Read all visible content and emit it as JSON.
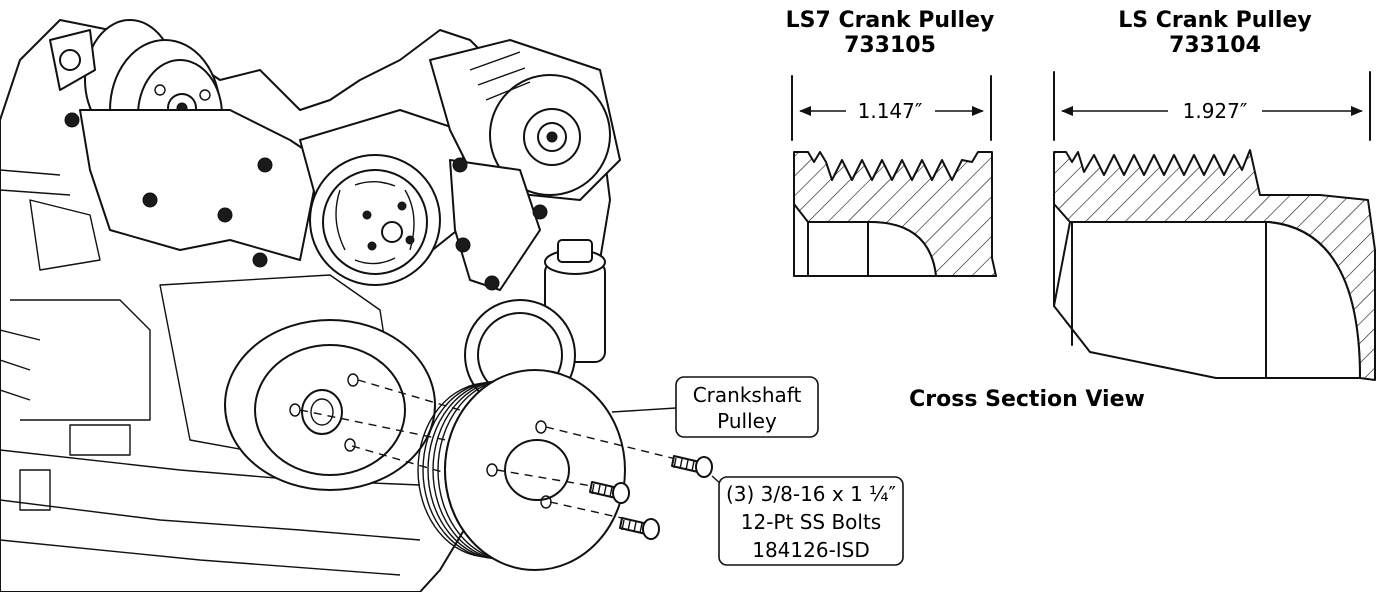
{
  "figure": {
    "ls7_pulley": {
      "title": "LS7 Crank Pulley",
      "part_number": "733105",
      "width_dim": "1.147″"
    },
    "ls_pulley": {
      "title": "LS Crank Pulley",
      "part_number": "733104",
      "width_dim": "1.927″"
    },
    "cross_section_label": "Cross Section View",
    "callouts": {
      "crankshaft_pulley": [
        "Crankshaft",
        "Pulley"
      ],
      "bolts": [
        "(3) 3/8-16 x 1 ¼″",
        "12-Pt SS Bolts",
        "184126-ISD"
      ]
    }
  }
}
